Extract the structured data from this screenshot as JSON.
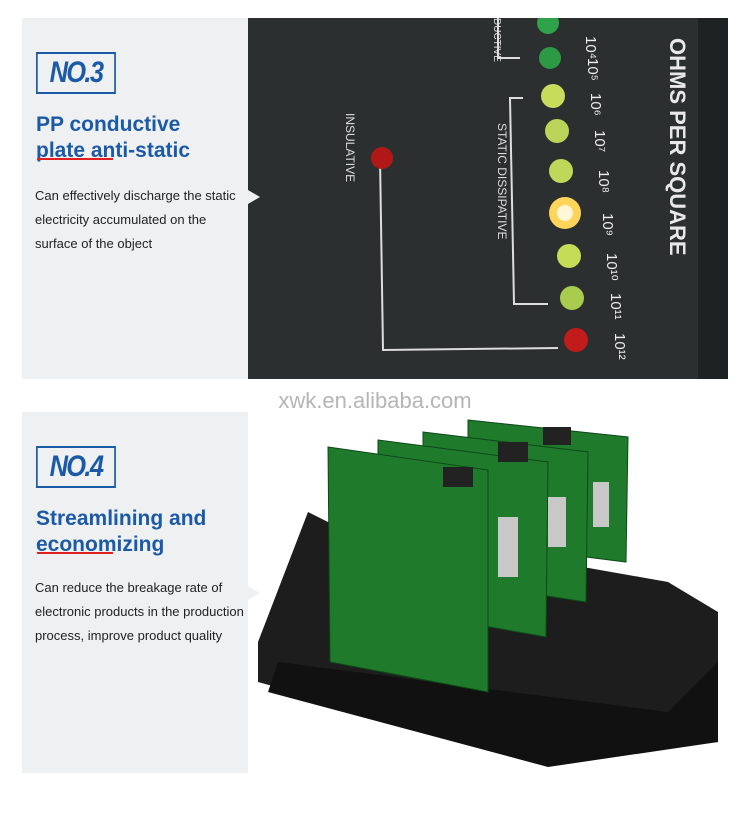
{
  "watermark": "xwk.en.alibaba.com",
  "sections": [
    {
      "badge": "NO.3",
      "title_line1": "PP conductive",
      "title_line2": "plate anti-static",
      "description": "Can effectively discharge the static electricity accumulated on the surface of the object",
      "photo": {
        "heading": "OHMS PER SQUARE",
        "label_conductive": "DUCTIVE",
        "label_dissipative": "STATIC DISSIPATIVE",
        "label_insulative": "INSULATIVE",
        "scale": [
          "10⁴",
          "10⁵",
          "10⁶",
          "10⁷",
          "10⁸",
          "10⁹",
          "10¹⁰",
          "10¹¹",
          "10¹²"
        ]
      }
    },
    {
      "badge": "NO.4",
      "title_line1": "Streamlining and",
      "title_line2": "economizing",
      "description": "Can reduce the breakage rate of electronic products in the production process, improve product quality"
    }
  ],
  "colors": {
    "accent": "#1b5aa6",
    "underline": "#e02020",
    "panel_bg": "#eff0f2"
  }
}
